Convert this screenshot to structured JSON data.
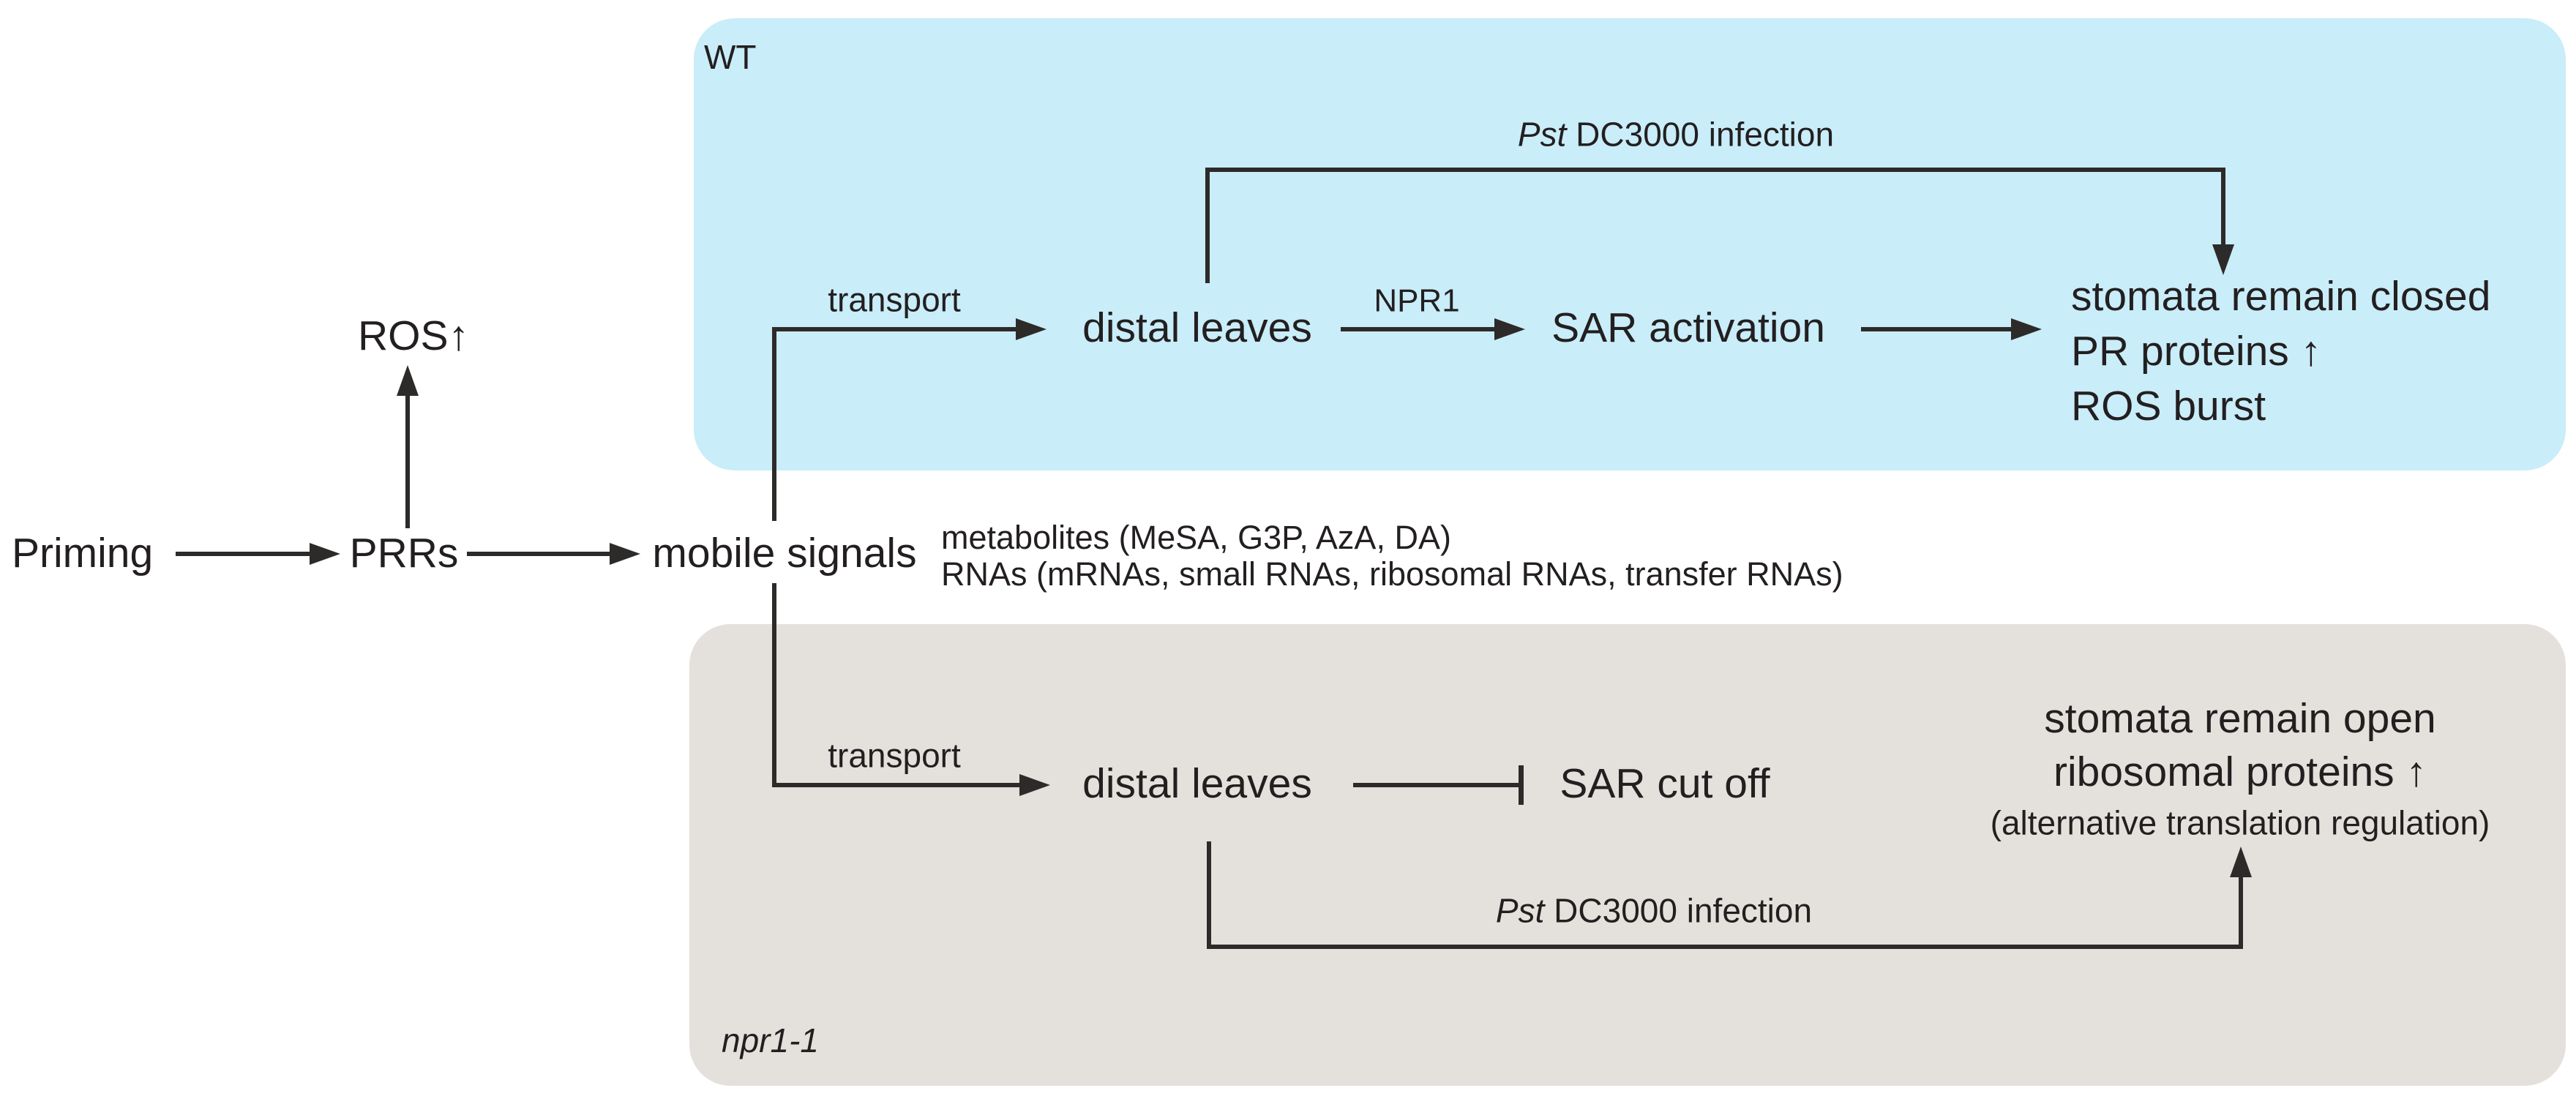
{
  "colors": {
    "panel_wt": "#c9edf9",
    "panel_npr1": "#e4e1dd",
    "line": "#2d2b29",
    "text": "#231f20",
    "bg": "#ffffff"
  },
  "priming_row": {
    "priming": "Priming",
    "prrs": "PRRs",
    "ros": "ROS↑",
    "mobile_signals": "mobile signals",
    "note_line1": "metabolites (MeSA, G3P, AzA, DA)",
    "note_line2": "RNAs (mRNAs, small RNAs, ribosomal RNAs, transfer RNAs)"
  },
  "wt_panel": {
    "label": "WT",
    "transport": "transport",
    "distal_leaves": "distal leaves",
    "npr1": "NPR1",
    "sar_activation": "SAR activation",
    "infection": {
      "pst": "Pst",
      "rest": " DC3000 infection"
    },
    "outcomes": {
      "line1": "stomata remain closed",
      "line2": "PR proteins ↑",
      "line3": "ROS burst"
    }
  },
  "npr1_panel": {
    "label": "npr1-1",
    "transport": "transport",
    "distal_leaves": "distal leaves",
    "sar_cutoff": "SAR cut off",
    "infection": {
      "pst": "Pst",
      "rest": " DC3000 infection"
    },
    "outcomes": {
      "line1": "stomata remain open",
      "line2": "ribosomal proteins ↑",
      "line3": "(alternative translation regulation)"
    }
  }
}
